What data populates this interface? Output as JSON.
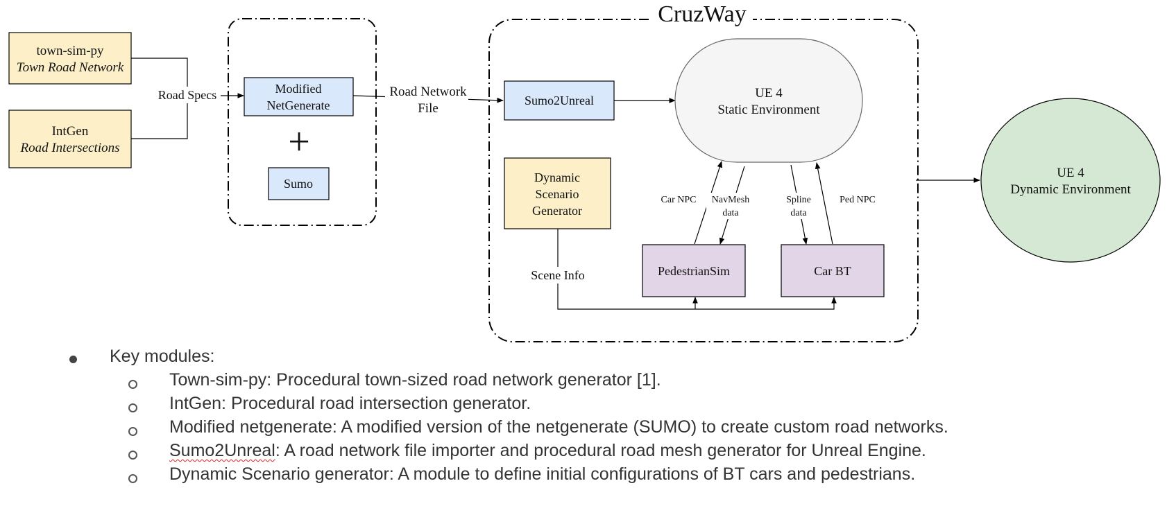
{
  "diagram": {
    "townsim": {
      "title": "town-sim-py",
      "subtitle": "Town Road Network"
    },
    "intgen": {
      "title": "IntGen",
      "subtitle": "Road Intersections"
    },
    "road_specs_label": "Road Specs",
    "netgenerate": {
      "line1": "Modified",
      "line2": "NetGenerate"
    },
    "plus_sign": "+",
    "sumo": "Sumo",
    "road_network_file": {
      "line1": "Road Network",
      "line2": "File"
    },
    "cruzway_title": "CruzWay",
    "sumo2unreal": "Sumo2Unreal",
    "ue4_static": {
      "line1": "UE 4",
      "line2": "Static Environment"
    },
    "dyn_scenario": {
      "line1": "Dynamic",
      "line2": "Scenario",
      "line3": "Generator"
    },
    "car_npc": "Car NPC",
    "navmesh": {
      "line1": "NavMesh",
      "line2": "data"
    },
    "spline": {
      "line1": "Spline",
      "line2": "data"
    },
    "ped_npc": "Ped NPC",
    "scene_info": "Scene Info",
    "pedestriansim": "PedestrianSim",
    "carbt": "Car BT",
    "ue4_dynamic": {
      "line1": "UE 4",
      "line2": "Dynamic Environment"
    },
    "colors": {
      "yellow_fill": "#fdf0c8",
      "blue_fill": "#dae8fc",
      "purple_fill": "#e1d5e7",
      "green_fill": "#d5e8d4",
      "gray_fill": "#f5f5f5"
    }
  },
  "bullets": {
    "heading": "Key modules:",
    "items": [
      {
        "text": "Town-sim-py: Procedural town-sized road network generator [1]."
      },
      {
        "text": "IntGen: Procedural road intersection generator."
      },
      {
        "text": "Modified netgenerate: A modified version of the netgenerate (SUMO) to create custom road networks."
      },
      {
        "underlined": "Sumo2Unreal",
        "text": ": A road network file importer and procedural road mesh generator for Unreal Engine."
      },
      {
        "text": "Dynamic Scenario generator: A module to define initial configurations of  BT cars and pedestrians."
      }
    ]
  }
}
